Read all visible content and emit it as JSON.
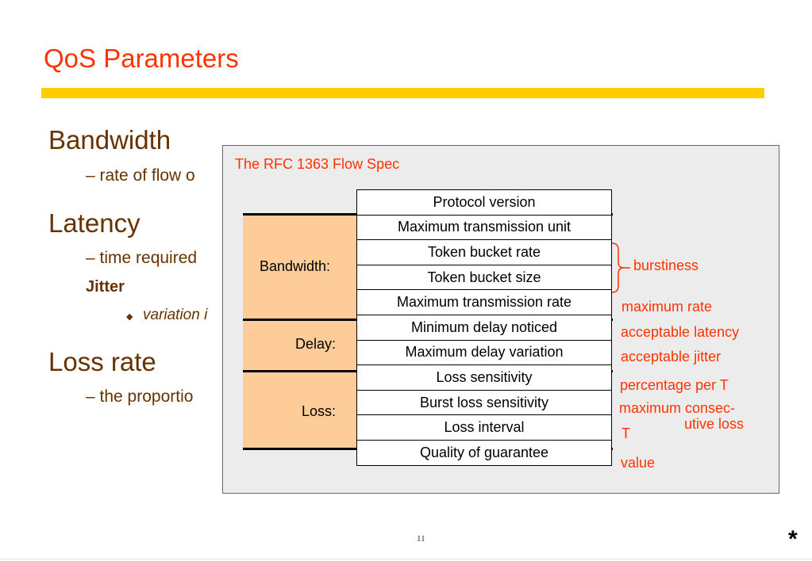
{
  "slide": {
    "title": "QoS Parameters",
    "page_number": "11",
    "star": "*"
  },
  "outline": {
    "bandwidth": "Bandwidth",
    "bandwidth_sub": "– rate of flow o",
    "latency": "Latency",
    "latency_sub": "– time required",
    "jitter": "Jitter",
    "jitter_sub": "variation i",
    "loss": "Loss rate",
    "loss_sub": "– the proportio"
  },
  "flowspec": {
    "title": "The RFC 1363 Flow Spec",
    "rows": [
      "Protocol version",
      "Maximum transmission unit",
      "Token bucket rate",
      "Token bucket size",
      "Maximum transmission rate",
      "Minimum delay noticed",
      "Maximum delay variation",
      "Loss sensitivity",
      "Burst loss sensitivity",
      "Loss interval",
      "Quality of guarantee"
    ],
    "groups": {
      "bandwidth": "Bandwidth:",
      "delay": "Delay:",
      "loss": "Loss:"
    },
    "notes": {
      "burstiness": "burstiness",
      "max_rate": "maximum rate",
      "latency": "acceptable latency",
      "jitter": "acceptable jitter",
      "pct": "percentage per T",
      "consec1": "maximum consec-",
      "consec2": "utive loss",
      "t": "T",
      "value": "value"
    }
  }
}
